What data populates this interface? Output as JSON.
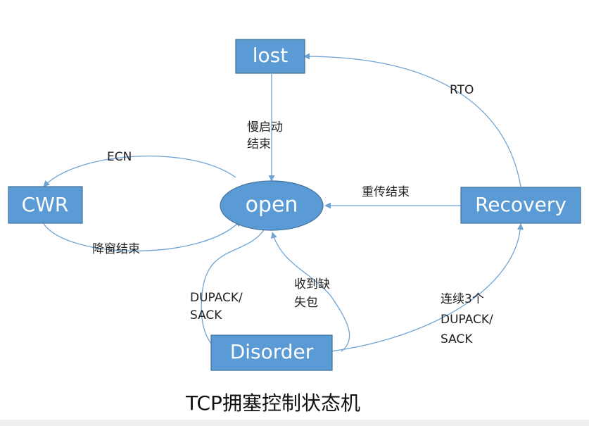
{
  "nodes": {
    "lost": "lost",
    "open": "open",
    "cwr": "CWR",
    "recovery": "Recovery",
    "disorder": "Disorder"
  },
  "edges": {
    "rto": "RTO",
    "slow_start_end_1": "慢启动",
    "slow_start_end_2": "结束",
    "ecn": "ECN",
    "window_reduction_end": "降窗结束",
    "retransmission_end": "重传结束",
    "dupack_sack_1": "DUPACK/",
    "dupack_sack_2": "SACK",
    "received_lost_1": "收到缺",
    "received_lost_2": "失包",
    "consecutive_dupack_1": "连续3个",
    "consecutive_dupack_2": "DUPACK/",
    "consecutive_dupack_3": "SACK"
  },
  "caption": "TCP拥塞控制状态机",
  "colors": {
    "node_fill": "#5b9bd5",
    "edge": "#6fa3d4"
  }
}
